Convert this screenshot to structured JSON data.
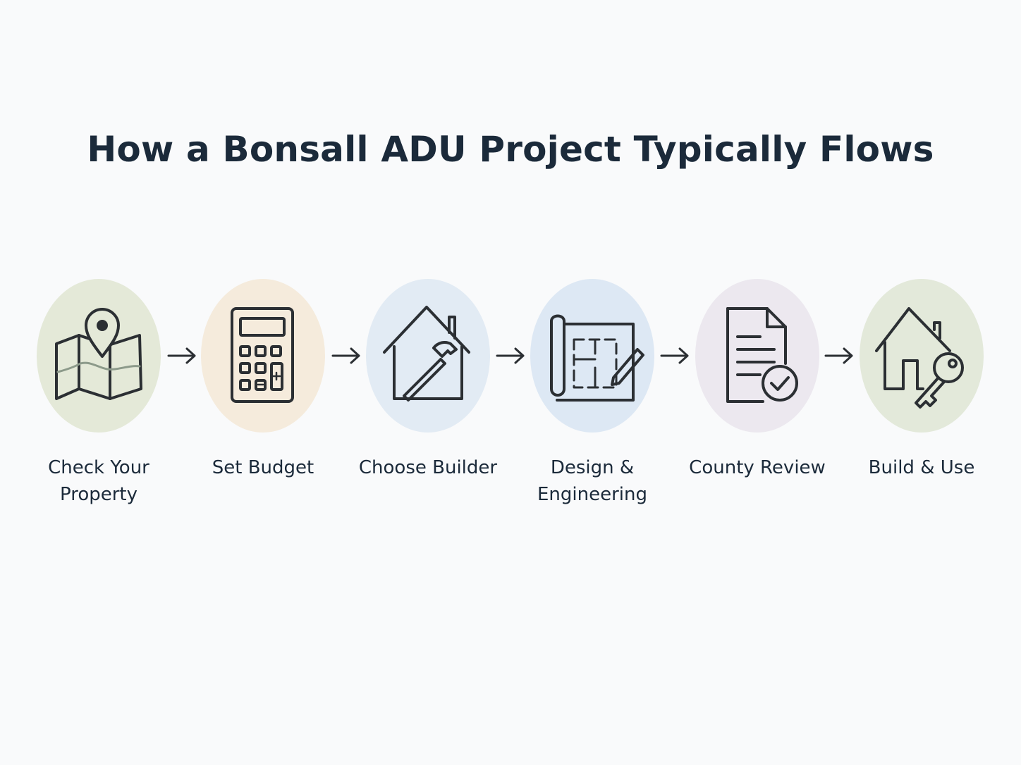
{
  "title": "How a Bonsall ADU Project Typically Flows",
  "colors": {
    "text": "#1b2a3a",
    "icon_stroke": "#2b2f33",
    "background": "#f9fafb"
  },
  "steps": [
    {
      "label": "Check Your Property",
      "icon": "map-pin-icon",
      "circle_color": "#e4e9d8"
    },
    {
      "label": "Set Budget",
      "icon": "calculator-icon",
      "circle_color": "#f5ebdc"
    },
    {
      "label": "Choose Builder",
      "icon": "house-hammer-icon",
      "circle_color": "#e2ebf4"
    },
    {
      "label": "Design & Engineering",
      "icon": "blueprint-pencil-icon",
      "circle_color": "#dde8f4"
    },
    {
      "label": "County Review",
      "icon": "document-check-icon",
      "circle_color": "#ece8ef"
    },
    {
      "label": "Build & Use",
      "icon": "house-key-icon",
      "circle_color": "#e3e9da"
    }
  ]
}
